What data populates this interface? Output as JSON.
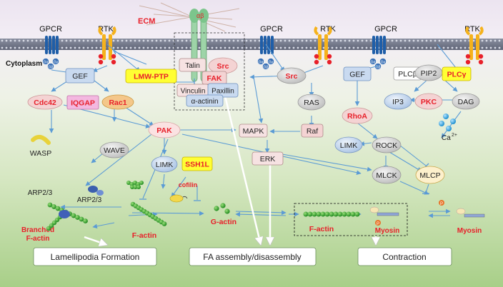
{
  "ecm": "ECM",
  "integrin_greek": "αβ",
  "cytoplasm": "Cytoplasm",
  "receptors": [
    "GPCR",
    "RTK",
    "GPCR",
    "RTK",
    "GPCR",
    "RTK"
  ],
  "g_alpha": "Gα",
  "g_beta": "Gβ",
  "g_gamma": "Gγ",
  "nodes": {
    "gef1": "GEF",
    "gef2": "GEF",
    "lmwptp": "LMW-PTP",
    "talin": "Talin",
    "src_fa": "Src",
    "fak": "FAK",
    "vinculin": "Vinculin",
    "paxillin": "Paxillin",
    "actinin": "α-actinin",
    "src2": "Src",
    "ras": "RAS",
    "raf": "Raf",
    "mapk": "MAPK",
    "erk": "ERK",
    "plcb": "PLCβ",
    "pip2": "PIP2",
    "plcg": "PLCγ",
    "ip3": "IP3",
    "pkc": "PKC",
    "dag": "DAG",
    "rhoa": "RhoA",
    "rock": "ROCK",
    "limk2": "LIMK",
    "ca": "Ca",
    "ca_charge": "2+",
    "mlck": "MLCK",
    "mlcp": "MLCP",
    "cdc42": "Cdc42",
    "iqgap": "IQGAP",
    "rac1": "Rac1",
    "pak": "PAK",
    "wasp": "WASP",
    "wave": "WAVE",
    "limk1": "LIMK",
    "ssh1l": "SSH1L",
    "cofilin": "cofilin",
    "arp23_free": "ARP2/3",
    "arp23_bound": "ARP2/3",
    "branched": "Branched",
    "branched2": "F-actin",
    "factin1": "F-actin",
    "gactin": "G-actin",
    "factin2": "F-actin",
    "myosin1": "Myosin",
    "myosin2": "Myosin",
    "p": "P"
  },
  "outcomes": {
    "lamellipodia": "Lamellipodia Formation",
    "fa": "FA assembly/disassembly",
    "contraction": "Contraction"
  },
  "colors": {
    "red_label": "#e8202a",
    "arrow": "#5b9bd5",
    "pink": "#f4d3d3",
    "gray_node": "#d4d4d4",
    "blue_node": "#c9daf0",
    "yellow_box": "#ffff33",
    "receptor_blue": "#1f5ea8",
    "receptor_yellow": "#f5b21c",
    "actin_green": "#3aa83a"
  }
}
